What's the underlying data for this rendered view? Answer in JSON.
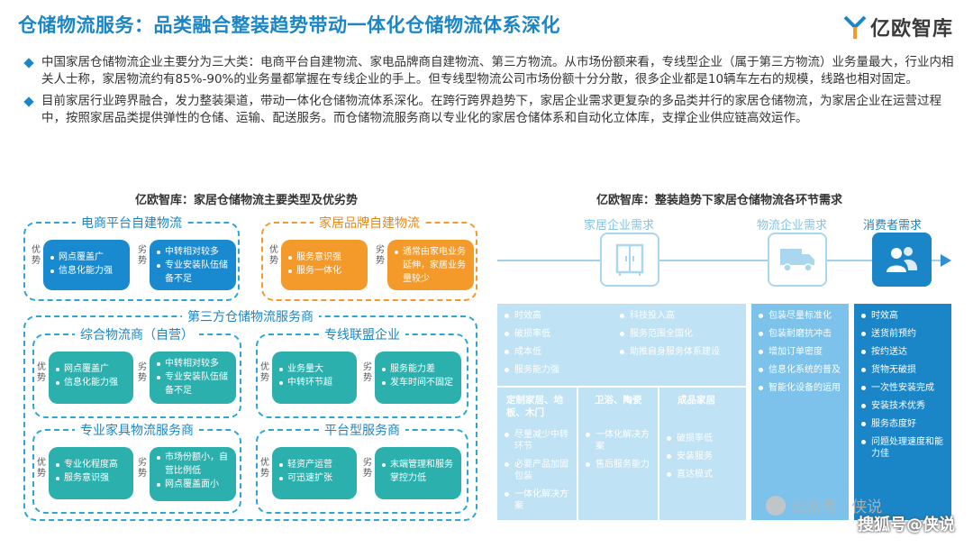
{
  "header": {
    "title": "仓储物流服务：品类融合整装趋势带动一体化仓储物流体系深化",
    "logo_text": "亿欧智库"
  },
  "bullets": [
    "中国家居仓储物流企业主要分为三大类：电商平台自建物流、家电品牌商自建物流、第三方物流。从市场份额来看，专线型企业（属于第三方物流）业务量最大，行业内相关人士称，家居物流约有85%-90%的业务量都掌握在专线企业的手上。但专线型物流公司市场份额十分分散，很多企业都是10辆车左右的规模，线路也相对固定。",
    "目前家居行业跨界融合，发力整装渠道，带动一体化仓储物流体系深化。在跨行跨界趋势下，家居企业需求更复杂的多品类并行的家居仓储物流，为家居企业在运营过程中，按照家居品类提供弹性的仓储、运输、配送服务。而仓储物流服务商以专业化的家居仓储体系和自动化立体库，支撑企业供应链高效运作。"
  ],
  "left": {
    "title": "亿欧智库：家居仓储物流主要类型及优劣势",
    "labels": {
      "adv": "优势",
      "disadv": "劣势"
    },
    "ecommerce": {
      "title": "电商平台自建物流",
      "adv": [
        "网点覆盖广",
        "信息化能力强"
      ],
      "disadv": [
        "中转相对较多",
        "专业安装队伍储备不足"
      ]
    },
    "brand": {
      "title": "家居品牌自建物流",
      "adv": [
        "服务意识强",
        "服务一体化"
      ],
      "disadv": [
        "通常由家电业务延伸，家居业务量较少"
      ]
    },
    "third_party_title": "第三方仓储物流服务商",
    "comprehensive": {
      "title": "综合物流商（自营）",
      "adv": [
        "网点覆盖广",
        "信息化能力强"
      ],
      "disadv": [
        "中转相对较多",
        "专业安装队伍储备不足"
      ]
    },
    "alliance": {
      "title": "专线联盟企业",
      "adv": [
        "业务量大",
        "中转环节超"
      ],
      "disadv": [
        "服务能力差",
        "发车时间不固定"
      ]
    },
    "furniture": {
      "title": "专业家具物流服务商",
      "adv": [
        "专业化程度高",
        "服务意识强"
      ],
      "disadv": [
        "市场份额小，自营比例低",
        "网点覆盖面小"
      ]
    },
    "platform": {
      "title": "平台型服务商",
      "adv": [
        "轻资产运营",
        "可迅速扩张"
      ],
      "disadv": [
        "末端管理和服务掌控力低"
      ]
    }
  },
  "right": {
    "title": "亿欧智库：整装趋势下家居仓储物流各环节需求",
    "nodes": [
      "家居企业需求",
      "物流企业需求",
      "消费者需求"
    ],
    "enterprise_top_col1": [
      "时效高",
      "破损率低",
      "成本低",
      "服务能力强"
    ],
    "enterprise_top_col2": [
      "科技投入高",
      "服务范围全国化",
      "助推自身服务体系建设"
    ],
    "sub": [
      {
        "title": "定制家居、地板、木门",
        "items": [
          "尽量减少中转环节",
          "必要产品加固包装",
          "一体化解决方案"
        ]
      },
      {
        "title": "卫浴、陶瓷",
        "items": [
          "一体化解决方案",
          "售后服务能力"
        ]
      },
      {
        "title": "成品家居",
        "items": [
          "破损率低",
          "安装服务",
          "直达模式"
        ]
      }
    ],
    "logistics": [
      "包装尽量标准化",
      "包装耐磨抗冲击",
      "增加订单密度",
      "信息化系统的普及",
      "智能化设备的运用"
    ],
    "consumer": [
      "时效高",
      "送货前预约",
      "按约送达",
      "货物无破损",
      "一次性安装完成",
      "安装技术优秀",
      "服务态度好",
      "问题处理速度和能力佳"
    ]
  },
  "watermarks": {
    "wechat": "公众号 · 侠说",
    "sohu": "搜狐号@侠说"
  }
}
